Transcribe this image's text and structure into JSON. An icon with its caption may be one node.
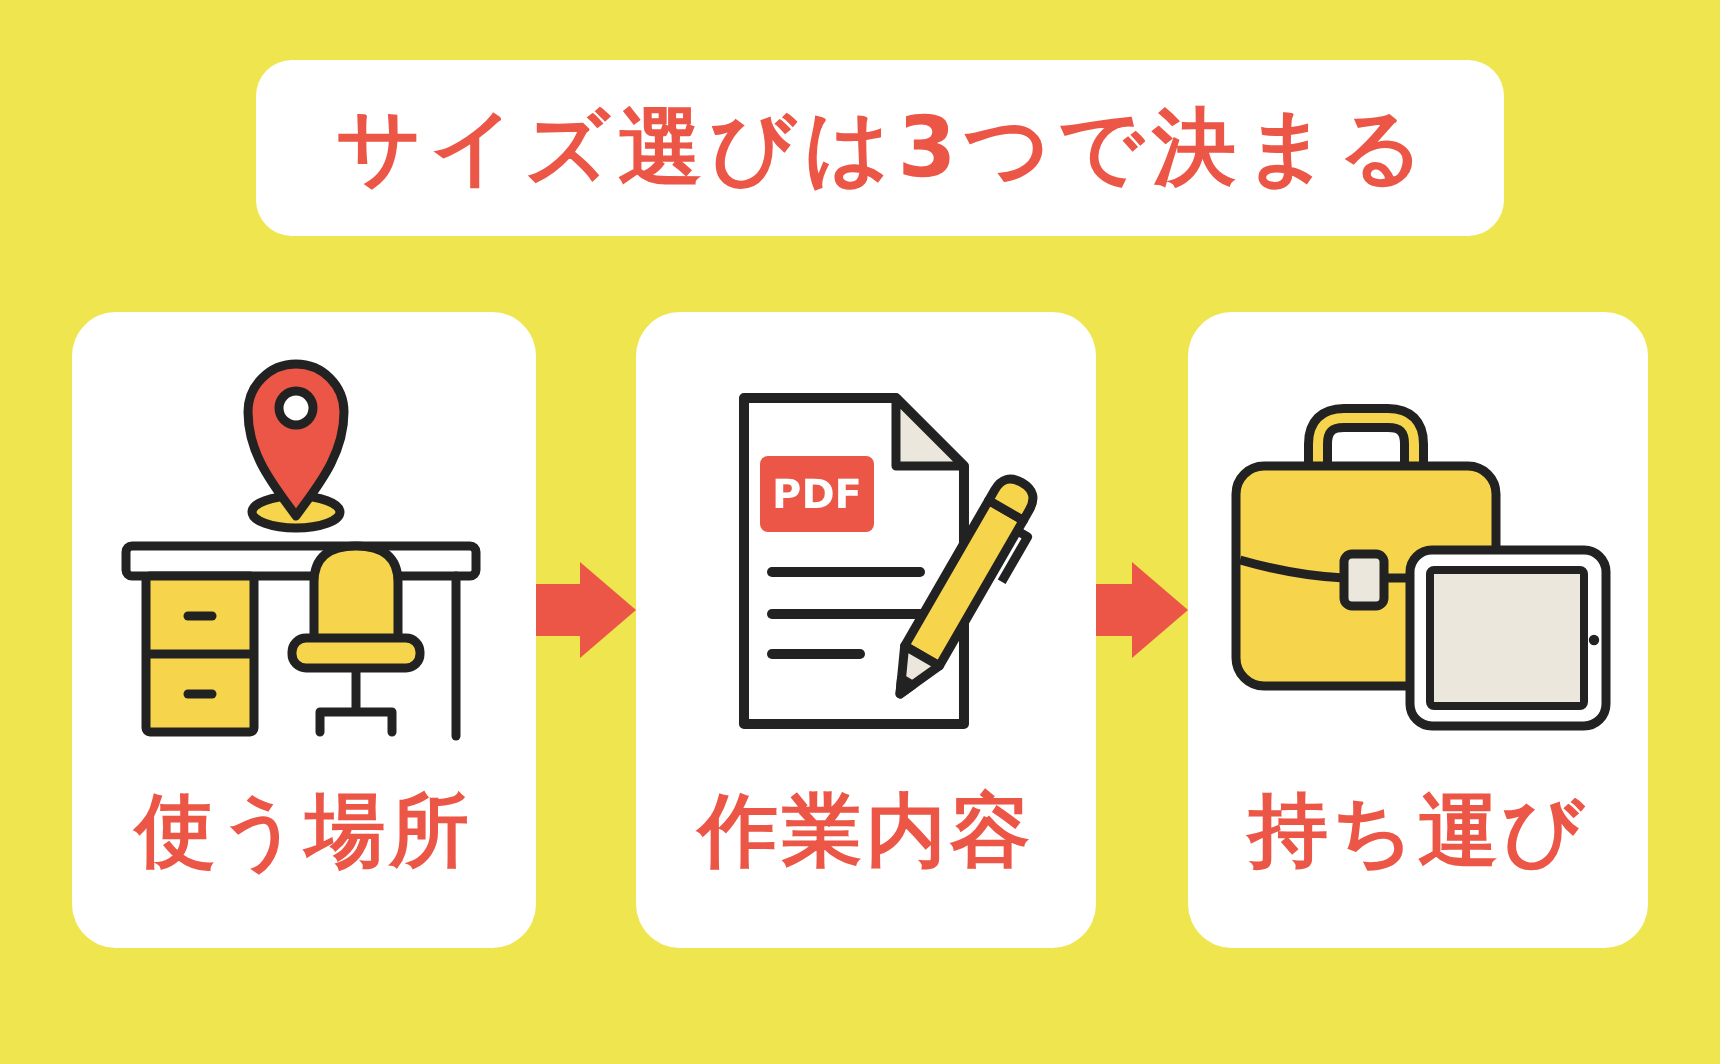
{
  "diagram": {
    "title": "サイズ選びは3つで決まる",
    "nodes": [
      {
        "text": [
          "使う場所"
        ]
      },
      {
        "text": [
          "作業内容"
        ]
      },
      {
        "text": [
          "持ち運び"
        ]
      }
    ],
    "edges": [
      {
        "from": 0,
        "to": 1,
        "arrow": "to"
      },
      {
        "from": 1,
        "to": 2,
        "arrow": "to"
      }
    ],
    "labels": [
      "PDF"
    ]
  }
}
